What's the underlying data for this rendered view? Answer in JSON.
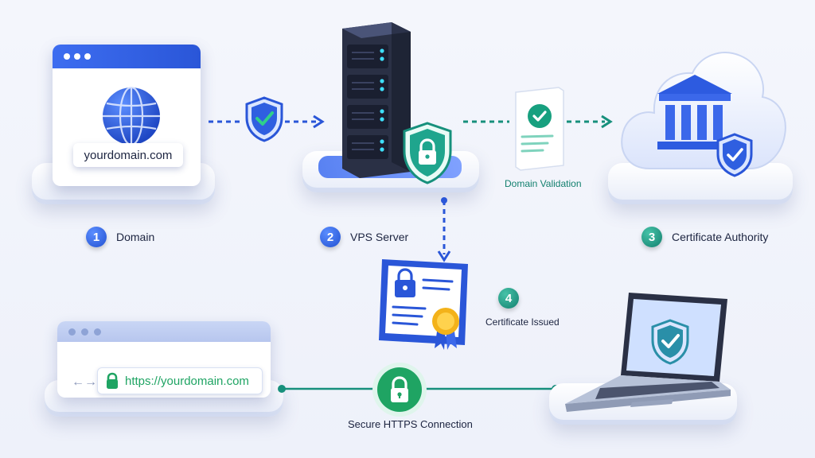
{
  "domain_card": {
    "url_label": "yourdomain.com"
  },
  "steps": [
    {
      "number": "1",
      "label": "Domain"
    },
    {
      "number": "2",
      "label": "VPS Server"
    },
    {
      "number": "3",
      "label": "Certificate Authority"
    },
    {
      "number": "4",
      "label": "Certificate Issued"
    }
  ],
  "validation": {
    "label": "Domain Validation"
  },
  "browser": {
    "url": "https://yourdomain.com"
  },
  "connection": {
    "label": "Secure HTTPS Connection"
  },
  "colors": {
    "blue": "#2251d1",
    "teal": "#13806e",
    "green": "#1fa463",
    "dark_server": "#1e2438"
  },
  "icons": [
    "globe-icon",
    "shield-check-icon",
    "server-icon",
    "lock-icon",
    "document-check-icon",
    "bank-icon",
    "cloud-icon",
    "certificate-icon",
    "ribbon-icon",
    "arrows-icon",
    "laptop-icon"
  ]
}
